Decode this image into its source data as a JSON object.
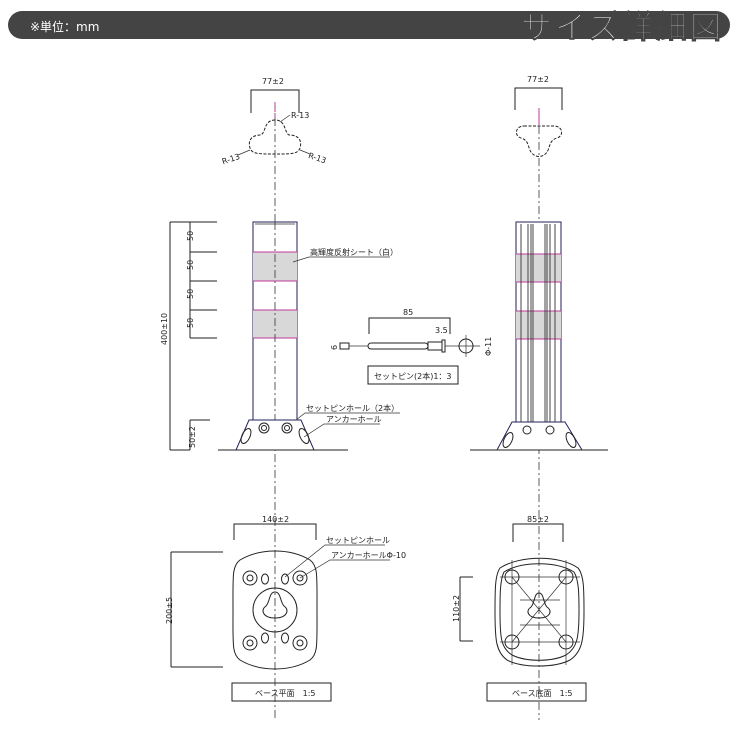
{
  "header": {
    "unit": "※単位：mm",
    "title": "サイズ詳細図"
  },
  "top_view": {
    "width": "77±2",
    "radius_top": "R-13",
    "radius_left": "R-13",
    "radius_right": "R-13"
  },
  "side_view": {
    "width": "77±2"
  },
  "front_view": {
    "height": "400±10",
    "segments": [
      "50",
      "50",
      "50",
      "50"
    ],
    "base_height": "50±2",
    "reflective_sheet": "高輝度反射シート（白）",
    "set_pin_hole": "セットピンホール（2本）",
    "anchor_hole": "アンカーホール"
  },
  "set_pin": {
    "length": "85",
    "head": "3.5",
    "diameter": "6",
    "head_diameter": "Φ-11",
    "caption": "セットピン(2本)1：3"
  },
  "base_plan": {
    "width": "140±2",
    "height": "200±5",
    "set_pin_hole": "セットピンホール",
    "anchor_hole": "アンカーホールΦ-10",
    "caption": "ベース平面　1:5"
  },
  "base_bottom": {
    "width": "85±2",
    "height": "110±2",
    "caption": "ベース底面　1:5"
  },
  "colors": {
    "header_bg": "#444444",
    "band": "#d8d8d8",
    "band_line": "#c0389a"
  }
}
